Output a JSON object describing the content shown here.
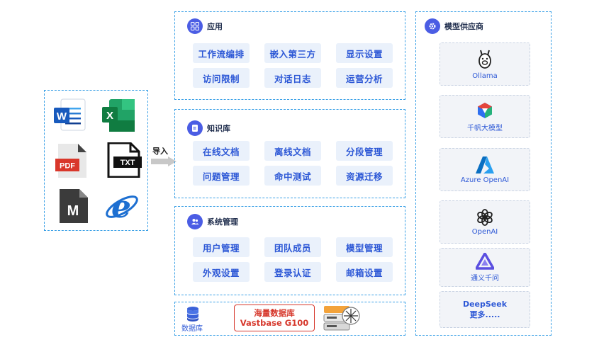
{
  "import_label": "导入",
  "app": {
    "title": "应用",
    "items": [
      "工作流编排",
      "嵌入第三方",
      "显示设置",
      "访问限制",
      "对话日志",
      "运营分析"
    ]
  },
  "kb": {
    "title": "知识库",
    "items": [
      "在线文档",
      "离线文档",
      "分段管理",
      "问题管理",
      "命中测试",
      "资源迁移"
    ]
  },
  "sys": {
    "title": "系统管理",
    "items": [
      "用户管理",
      "团队成员",
      "模型管理",
      "外观设置",
      "登录认证",
      "邮箱设置"
    ]
  },
  "db": {
    "label": "数据库",
    "brand_line1": "海量数据库",
    "brand_line2": "Vastbase G100"
  },
  "providers": {
    "title": "模型供应商",
    "items": [
      "Ollama",
      "千帆大模型",
      "Azure OpenAI",
      "OpenAI",
      "通义千问",
      "DeepSeek",
      "更多....."
    ]
  },
  "files": {
    "word_letter": "W",
    "excel_letter": "X",
    "pdf_label": "PDF",
    "txt_label": "TXT",
    "md_label": "M",
    "web_letter": "e"
  }
}
